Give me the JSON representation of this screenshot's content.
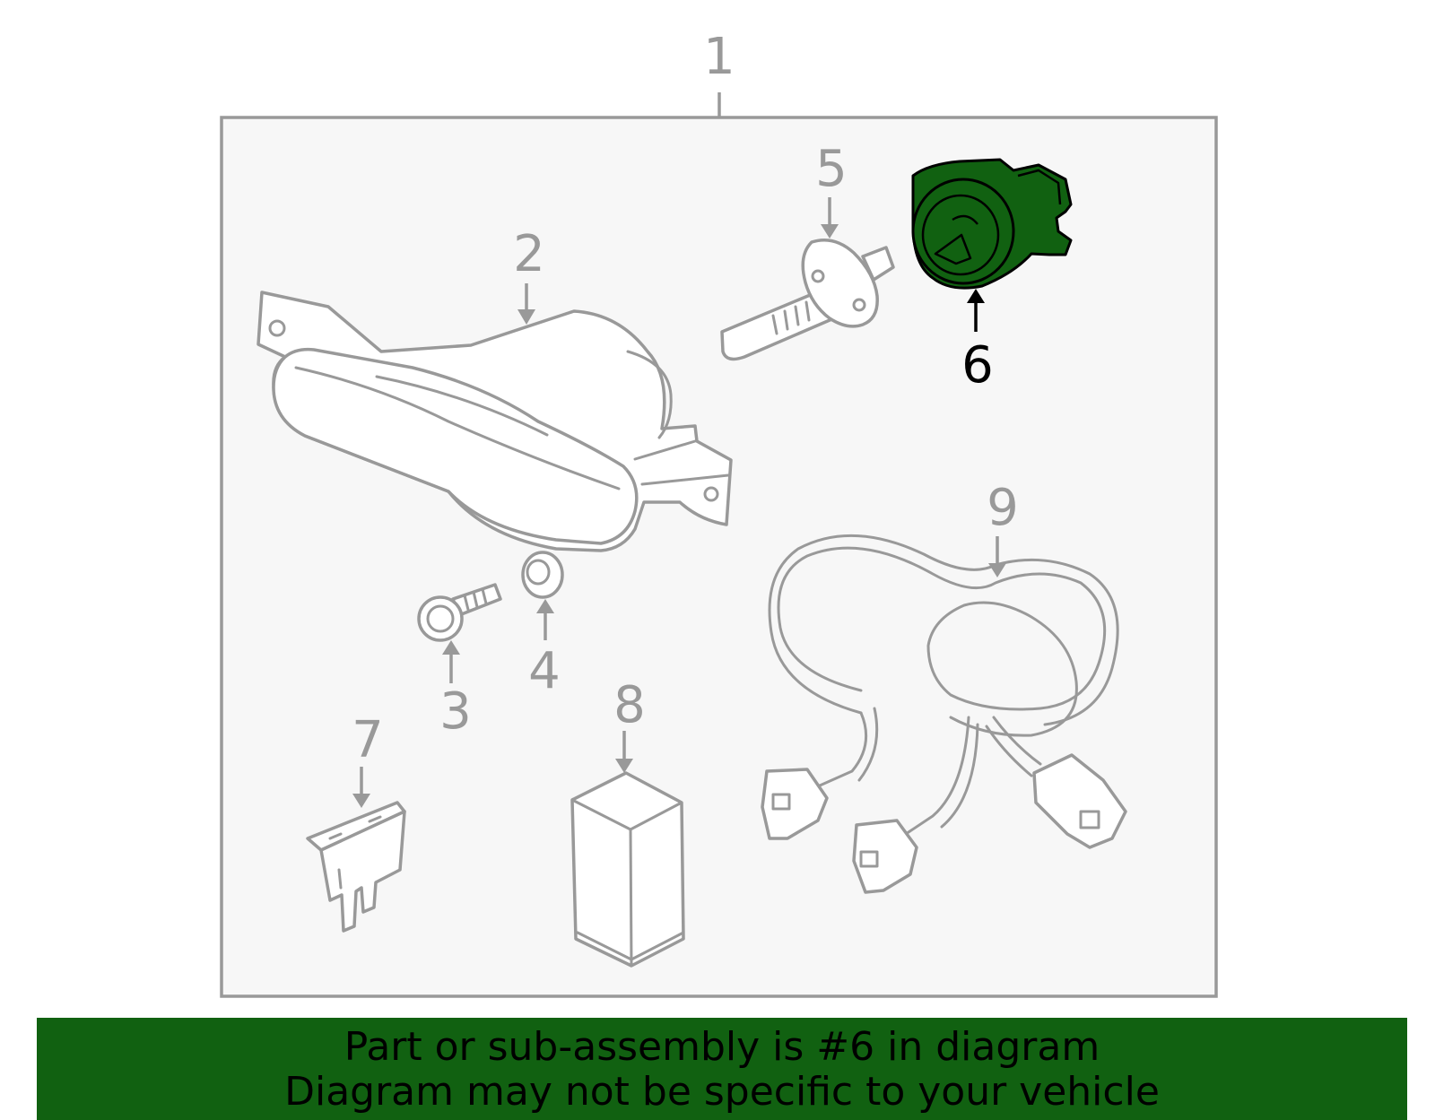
{
  "colors": {
    "highlight": "#116111",
    "callout_inactive": "#999999",
    "callout_active": "#000000",
    "panel_background": "#f7f7f7"
  },
  "callouts": {
    "c1": "1",
    "c2": "2",
    "c3": "3",
    "c4": "4",
    "c5": "5",
    "c6": "6",
    "c7": "7",
    "c8": "8",
    "c9": "9"
  },
  "highlighted_part": "6",
  "banner": {
    "line1": "Part or sub-assembly is #6 in diagram",
    "line2": "Diagram may not be specific to your vehicle"
  }
}
